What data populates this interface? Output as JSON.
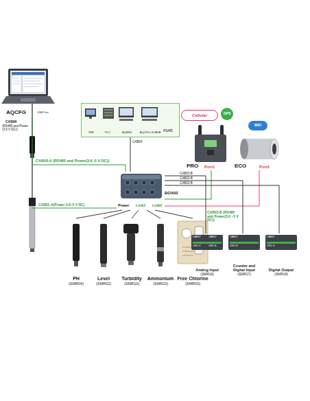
{
  "diagram": {
    "nodes": [
      {
        "text": [
          "AQCFG"
        ]
      },
      {
        "text": [
          "RS485"
        ]
      },
      {
        "text": [
          "HMI"
        ],
        "in": 1
      },
      {
        "text": [
          "PLC"
        ],
        "in": 1
      },
      {
        "text": [
          "AQMS6"
        ],
        "in": 1
      },
      {
        "text": [
          "AQCFG+SCADA"
        ],
        "in": 1
      },
      {
        "text": [
          "Cellular"
        ]
      },
      {
        "text": [
          "GPS"
        ]
      },
      {
        "text": [
          "WiFi"
        ]
      },
      {
        "text": [
          "PRO",
          "Port1"
        ]
      },
      {
        "text": [
          "ECO",
          "Port1"
        ]
      },
      {
        "text": [
          "BOX02",
          "Power",
          "Link1",
          "Link2"
        ]
      },
      {
        "text": [
          "PH",
          "(SMR04)"
        ]
      },
      {
        "text": [
          "Level",
          "(SMR02)"
        ]
      },
      {
        "text": [
          "Turbidity",
          "(SMR10)"
        ]
      },
      {
        "text": [
          "Ammonium",
          "(SMR23)"
        ]
      },
      {
        "text": [
          "Free Chlorine",
          "(SMR03)"
        ]
      },
      {
        "text": [
          "Analog Input",
          "(SMR16)"
        ]
      },
      {
        "text": [
          "Counter and Digital Input",
          "(SMR17)"
        ]
      },
      {
        "text": [
          "Digital Output",
          "(SMR18)"
        ]
      }
    ],
    "edges": [
      {
        "from": 0,
        "to": 11,
        "label": "CAB03-A (RS485 and Power(3.6~5 V DC))",
        "arrow": "none"
      },
      {
        "from": 1,
        "to": 11,
        "label": "CAB04",
        "arrow": "none"
      },
      {
        "from": 11,
        "to": 12,
        "arrow": "none"
      },
      {
        "from": 11,
        "to": 13,
        "arrow": "none"
      },
      {
        "from": 11,
        "to": 14,
        "arrow": "none"
      },
      {
        "from": 11,
        "to": 15,
        "arrow": "none"
      },
      {
        "from": 11,
        "to": 16,
        "arrow": "none"
      },
      {
        "from": 11,
        "to": 9,
        "label": "CAB03-B (RS485 and Power(3.6 ~5 V DC))",
        "arrow": "none"
      },
      {
        "from": 10,
        "to": 11,
        "arrow": "none"
      },
      {
        "from": 11,
        "to": 17,
        "label": "CAB03-B",
        "arrow": "none"
      },
      {
        "from": 11,
        "to": 18,
        "label": "CAB03-B",
        "arrow": "none"
      },
      {
        "from": 11,
        "to": 19,
        "label": "CAB03-B",
        "arrow": "none"
      }
    ],
    "labels": [
      "USB Port",
      "CAB06",
      "(RS485 and Power (3.6 V DC))",
      "CAB01-A(Power 3.6~5 V DC)",
      "CAB07",
      "CAB07",
      "CH1~4",
      "CH5~8",
      "CAB07",
      "CH1~8",
      "CAB07",
      "CH1~4"
    ]
  }
}
